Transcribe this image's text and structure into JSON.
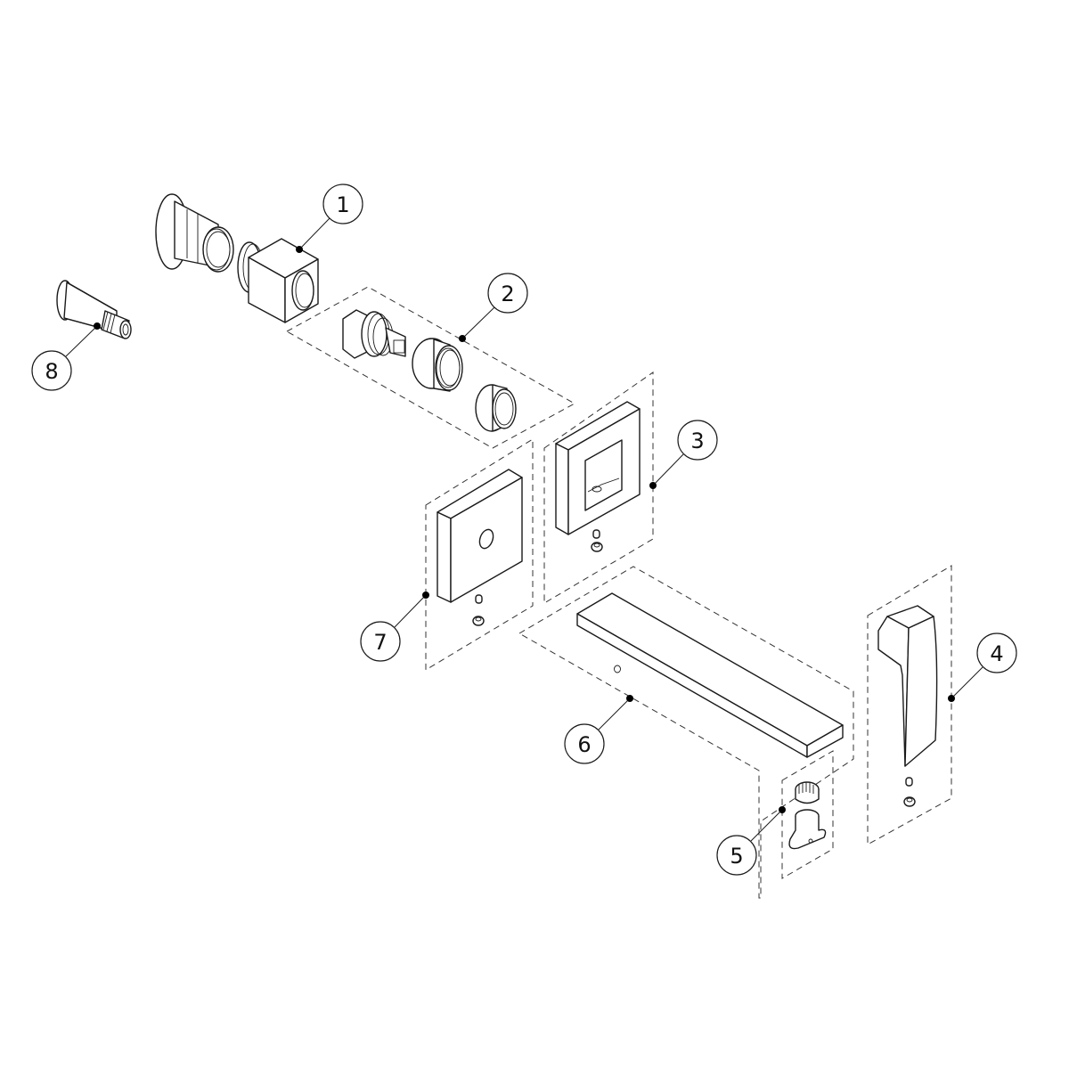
{
  "diagram": {
    "type": "exploded-parts-view",
    "callouts": [
      {
        "number": "1",
        "part": "concealed-body-with-wall-flange"
      },
      {
        "number": "2",
        "part": "cartridge-and-nut-kit"
      },
      {
        "number": "3",
        "part": "square-frame-plate"
      },
      {
        "number": "4",
        "part": "lever-handle"
      },
      {
        "number": "5",
        "part": "aerator-and-holder"
      },
      {
        "number": "6",
        "part": "flat-spout"
      },
      {
        "number": "7",
        "part": "square-cover-plate"
      },
      {
        "number": "8",
        "part": "spout-connector-pipe"
      }
    ]
  }
}
